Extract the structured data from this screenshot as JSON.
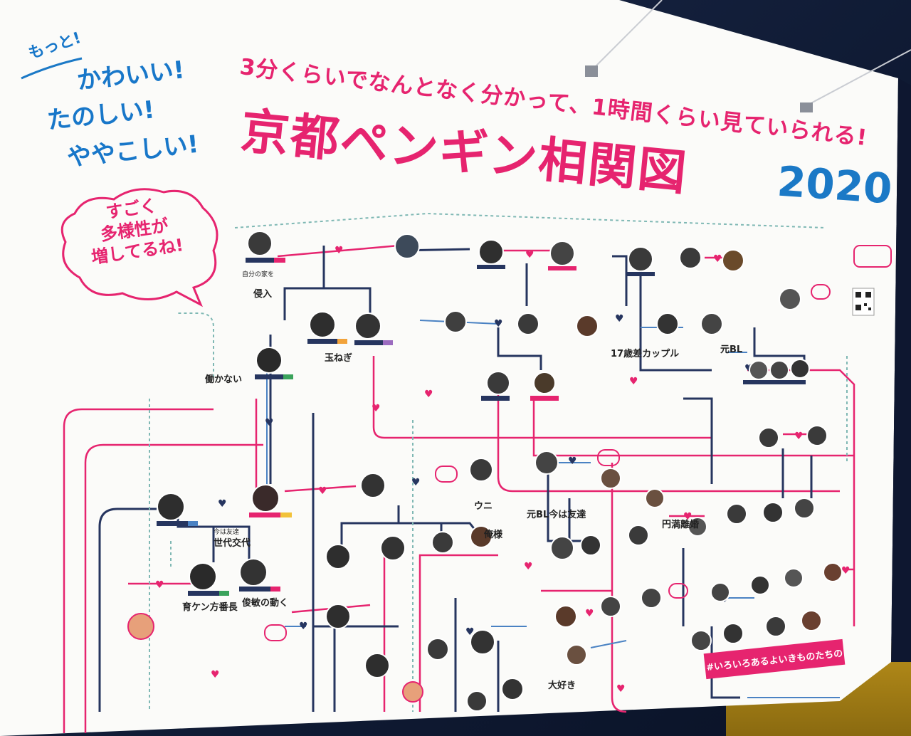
{
  "taglines": {
    "motto": "もっと!",
    "line1": "かわいい!",
    "line2": "たのしい!",
    "line3": "ややこしい!"
  },
  "subtitle": "3分くらいでなんとなく分かって、1時間くらい見ていられる!",
  "title": "京都ペンギン相関図",
  "year": "2020",
  "bubble": {
    "line1": "すごく",
    "line2": "多様性が",
    "line3": "増してるね!"
  },
  "hashtag": "#いろいろあるよいきものたちの",
  "labels": {
    "l1": "自分の家を",
    "l2": "侵入",
    "l3": "玉ねぎ",
    "l4": "働かない",
    "l5": "17歳差カップル",
    "l6": "元BL",
    "l7": "世代交代",
    "l8": "今は友達",
    "l9": "育ケン方番長",
    "l10": "俊敏の動く",
    "l11": "ウニ",
    "l12": "俺様",
    "l13": "大好き",
    "l14": "元BL今は友達",
    "l15": "円満離婚"
  },
  "colors": {
    "pink": "#e6246f",
    "blue": "#1b79c6",
    "navy": "#26355f",
    "board": "#fbfbf9"
  }
}
